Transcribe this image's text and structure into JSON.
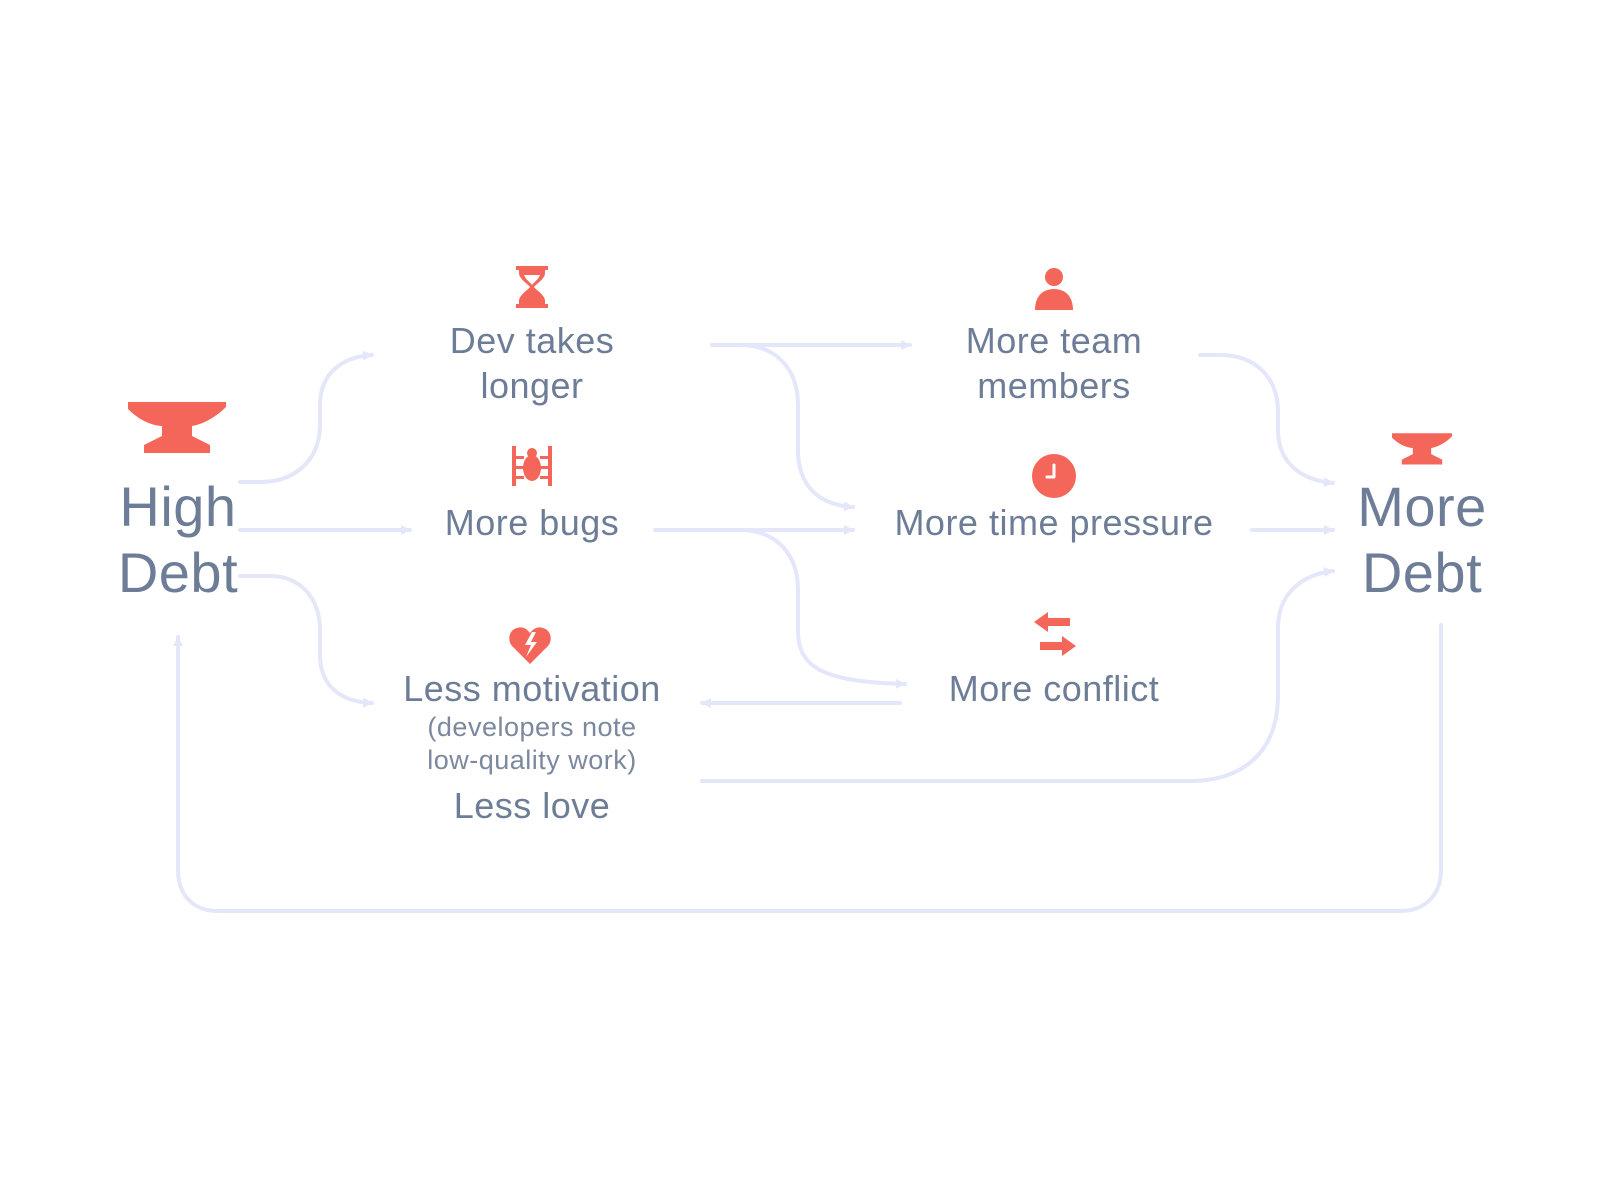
{
  "nodes": {
    "high_debt": {
      "line1": "High",
      "line2": "Debt",
      "icon": "anvil-icon"
    },
    "dev_takes_longer": {
      "line1": "Dev takes",
      "line2": "longer",
      "icon": "hourglass-icon"
    },
    "more_bugs": {
      "label": "More bugs",
      "icon": "bug-icon"
    },
    "less_motivation": {
      "label": "Less motivation",
      "note_line1": "(developers note",
      "note_line2": "low-quality work)",
      "sub_label": "Less love",
      "icon": "broken-heart-icon"
    },
    "more_team_members": {
      "line1": "More team",
      "line2": "members",
      "icon": "person-icon"
    },
    "more_time_pressure": {
      "label": "More time pressure",
      "icon": "clock-icon"
    },
    "more_conflict": {
      "label": "More conflict",
      "icon": "swap-arrows-icon"
    },
    "more_debt": {
      "line1": "More",
      "line2": "Debt",
      "icon": "anvil-icon"
    }
  },
  "edges": [
    {
      "from": "high_debt",
      "to": "dev_takes_longer"
    },
    {
      "from": "high_debt",
      "to": "more_bugs"
    },
    {
      "from": "high_debt",
      "to": "less_motivation"
    },
    {
      "from": "dev_takes_longer",
      "to": "more_team_members"
    },
    {
      "from": "dev_takes_longer",
      "to": "more_time_pressure"
    },
    {
      "from": "more_bugs",
      "to": "more_time_pressure"
    },
    {
      "from": "more_bugs",
      "to": "more_conflict"
    },
    {
      "from": "more_conflict",
      "to": "less_motivation"
    },
    {
      "from": "more_team_members",
      "to": "more_debt"
    },
    {
      "from": "more_time_pressure",
      "to": "more_debt"
    },
    {
      "from": "less_motivation",
      "to": "more_debt"
    },
    {
      "from": "more_debt",
      "to": "high_debt"
    }
  ],
  "colors": {
    "accent": "#f4665a",
    "edge": "#e4e6fa",
    "text": "#6e7d97"
  }
}
